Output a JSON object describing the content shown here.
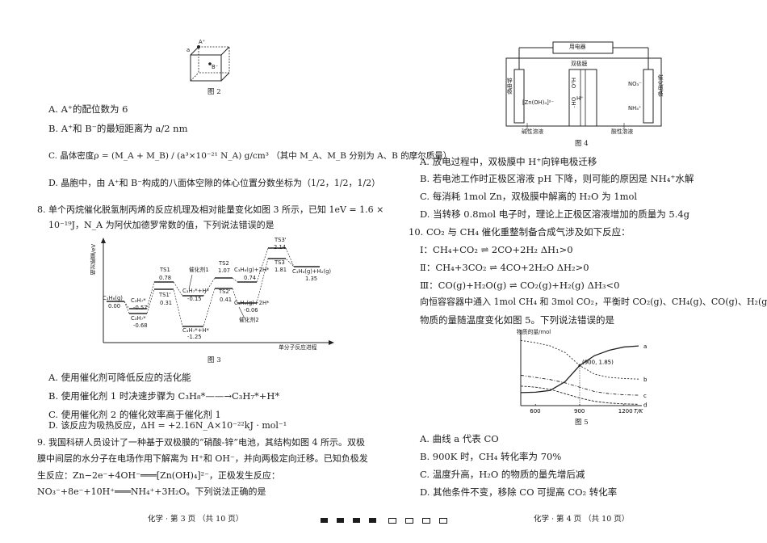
{
  "left": {
    "fig2": {
      "caption": "图 2",
      "labels": {
        "a": "A⁺",
        "b": "B⁻",
        "side": "a"
      }
    },
    "q7": {
      "A": "A. A⁺的配位数为 6",
      "B": "B. A⁺和 B⁻的最短距离为 a/2 nm",
      "C": "C. 晶体密度ρ = (M_A + M_B) / (a³×10⁻²¹ N_A) g/cm³ （其中 M_A、M_B 分别为 A、B 的摩尔质量）",
      "D": "D. 晶胞中，由 A⁺和 B⁻构成的八面体空隙的体心位置分数坐标为（1/2，1/2，1/2）"
    },
    "q8": {
      "stem_line1": "8. 单个丙烷催化脱氢制丙烯的反应机理及相对能量变化如图 3 所示，已知 1eV = 1.6 ×",
      "stem_line2": "10⁻¹⁹J，N_A 为阿伏加德罗常数的值，下列说法错误的是",
      "fig3": {
        "caption": "图 3",
        "ylabel": "相对能量/eV",
        "xlabel": "单分子反应进程",
        "cat1": "催化剂1",
        "cat2": "催化剂2",
        "levels": {
          "c3h8_name": "C₃H₈(g)",
          "c3h8_val": "0.00",
          "c3h7a_name": "C₃H₇*",
          "c3h7a_val": "-0.57",
          "c3h7b_name": "C₃H₇*",
          "c3h7b_val": "-0.68",
          "ts1_name": "TS1",
          "ts1_val": "0.78",
          "ts1p_name": "TS1'",
          "ts1p_val": "0.31",
          "int1_name": "C₃H₇*+H*",
          "int1_val": "-0.15",
          "int2_name": "C₃H₇*+H*",
          "int2_val": "-1.25",
          "ts2_name": "TS2",
          "ts2_val": "1.07",
          "ts2p_name": "TS2'",
          "ts2p_val": "0.41",
          "c3h6a_name": "C₃H₆(g)+2H*",
          "c3h6a_val": "0.74",
          "c3h6b_name": "C₃H₆(g)+2H*",
          "c3h6b_val": "-0.06",
          "ts3p_name": "TS3'",
          "ts3p_val": "2.14",
          "ts3_name": "TS3",
          "ts3_val": "1.81",
          "final_name": "C₃H₆(g)+H₂(g)",
          "final_val": "1.35"
        }
      },
      "A": "A. 使用催化剂可降低反应的活化能",
      "B": "B. 使用催化剂 1 时决速步骤为 C₃H₈*——→C₃H₇*+H*",
      "C": "C. 使用催化剂 2 的催化效率高于催化剂 1",
      "D": "D. 该反应为吸热反应，ΔH = +2.16N_A×10⁻²²kJ · mol⁻¹"
    },
    "q9": {
      "stem": "9. 我国科研人员设计了一种基于双极膜的“硝酸-锌”电池，其结构如图 4 所示。双极膜中间层的水分子在电场作用下解离为 H⁺和 OH⁻，并向两极定向迁移。已知负极发生反应：Zn−2e⁻+4OH⁻═══[Zn(OH)₄]²⁻，正极发生反应：NO₃⁻+8e⁻+10H⁺═══NH₄⁺+3H₂O。下列说法正确的是"
    },
    "footer": "化学 · 第 3 页 （共 10 页）"
  },
  "right": {
    "fig4": {
      "caption": "图 4",
      "device": "用电器",
      "membrane": "双极膜",
      "left_electrode": "锌电极",
      "right_electrode": "催化电极",
      "zincate": "[Zn(OH)₄]²⁻",
      "no3": "NO₃⁻",
      "nh4": "NH₄⁺",
      "h2o": "H₂O",
      "h_plus": "H⁺",
      "oh_minus": "OH⁻",
      "left_solution": "碱性溶液",
      "right_solution": "酸性溶液"
    },
    "q9": {
      "A": "A. 放电过程中，双极膜中 H⁺向锌电极迁移",
      "B": "B. 若电池工作时正极区溶液 pH 下降，则可能的原因是 NH₄⁺水解",
      "C": "C. 每消耗 1mol Zn，双极膜中解离的 H₂O 为 1mol",
      "D": "D. 当转移 0.8mol 电子时，理论上正极区溶液增加的质量为 5.4g"
    },
    "q10": {
      "stem": "10. CO₂ 与 CH₄ 催化重整制备合成气涉及如下反应：",
      "r1": "Ⅰ：CH₄+CO₂ ⇌ 2CO+2H₂   ΔH₁>0",
      "r2": "Ⅱ：CH₄+3CO₂ ⇌ 4CO+2H₂O   ΔH₂>0",
      "r3": "Ⅲ：CO(g)+H₂O(g) ⇌ CO₂(g)+H₂(g)   ΔH₃<0",
      "line1": "向恒容容器中通入 1mol CH₄ 和 3mol CO₂，平衡时 CO₂(g)、CH₄(g)、CO(g)、H₂(g)",
      "line2": "物质的量随温度变化如图 5。下列说法错误的是",
      "fig5": {
        "caption": "图 5",
        "ylabel": "物质的量/mol",
        "xunit": "T/K",
        "xticks": [
          "600",
          "900",
          "1200"
        ],
        "point": "(900, 1.85)",
        "curves": [
          "a",
          "b",
          "c",
          "d"
        ]
      },
      "A": "A. 曲线 a 代表 CO",
      "B": "B. 900K 时，CH₄ 转化率为 70%",
      "C": "C. 温度升高，H₂O 的物质的量先增后减",
      "D": "D. 其他条件不变，移除 CO 可提高 CO₂ 转化率"
    },
    "footer": "化学 · 第 4 页 （共 10 页）"
  },
  "chart_data": {
    "type": "line",
    "ylabel": "物质的量/mol",
    "xlabel": "T/K",
    "x": [
      500,
      600,
      700,
      800,
      900,
      1000,
      1100,
      1200,
      1300
    ],
    "series": [
      {
        "name": "a",
        "values": [
          0.6,
          0.62,
          0.7,
          1.1,
          1.85,
          2.3,
          2.55,
          2.7,
          2.75
        ]
      },
      {
        "name": "b",
        "values": [
          3.0,
          2.9,
          2.75,
          2.45,
          1.85,
          1.45,
          1.3,
          1.25,
          1.22
        ]
      },
      {
        "name": "c",
        "values": [
          1.4,
          1.3,
          1.2,
          1.05,
          0.85,
          0.65,
          0.55,
          0.5,
          0.48
        ]
      },
      {
        "name": "d",
        "values": [
          0.9,
          0.85,
          0.75,
          0.55,
          0.35,
          0.2,
          0.12,
          0.08,
          0.06
        ]
      }
    ],
    "annotations": [
      "(900, 1.85)"
    ]
  }
}
